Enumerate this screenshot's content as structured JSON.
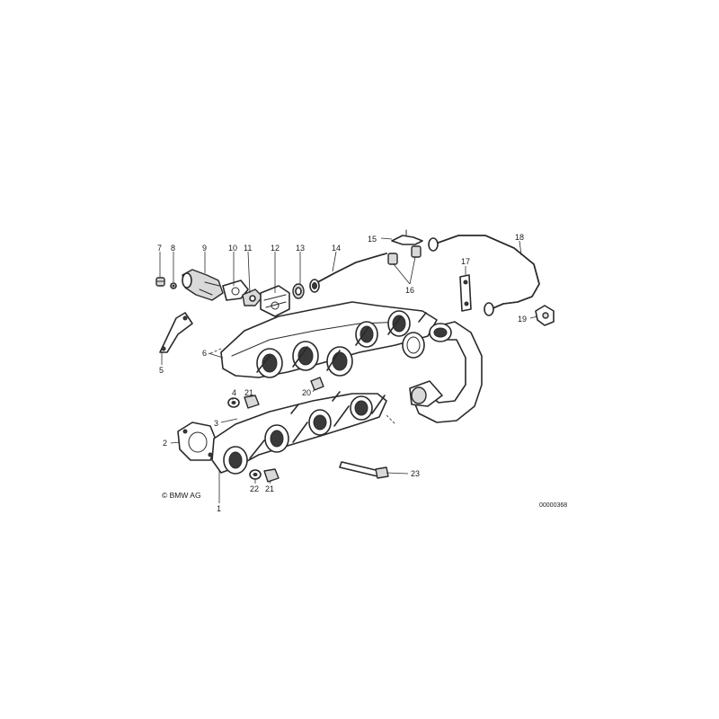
{
  "diagram": {
    "copyright": "© BMW AG",
    "reference_code": "00000368",
    "callouts": [
      "1",
      "2",
      "3",
      "4",
      "5",
      "6",
      "7",
      "8",
      "9",
      "10",
      "11",
      "12",
      "13",
      "14",
      "15",
      "16",
      "17",
      "18",
      "19",
      "20",
      "21",
      "21",
      "22",
      "23"
    ]
  },
  "parts": [
    {
      "name": "exhaust-manifold-rear"
    },
    {
      "name": "gasket-rear"
    },
    {
      "name": "exhaust-manifold-front"
    },
    {
      "name": "heat-shield"
    },
    {
      "name": "bracket"
    },
    {
      "name": "air-pump-valve"
    },
    {
      "name": "air-pipe-bent"
    },
    {
      "name": "air-hose"
    },
    {
      "name": "clamp-holder"
    }
  ]
}
